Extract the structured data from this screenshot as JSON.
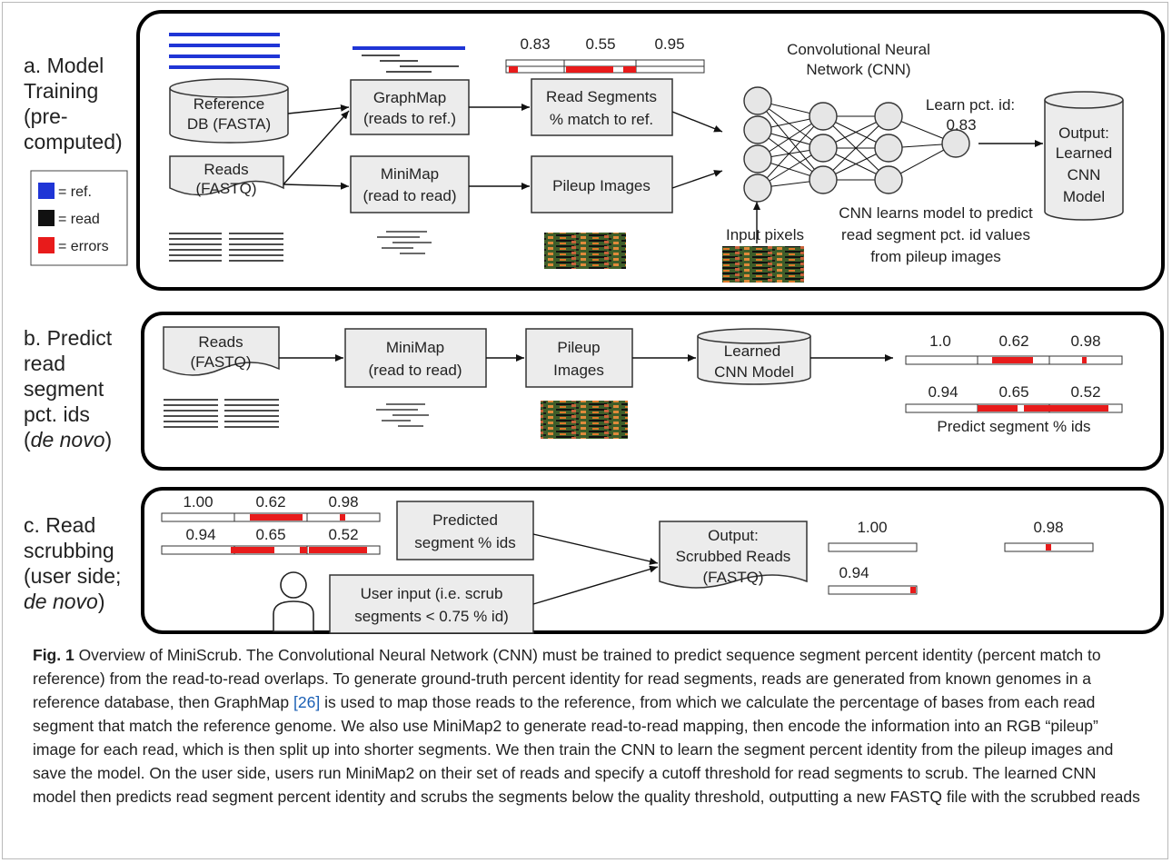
{
  "panels": {
    "a": {
      "label_lines": [
        "a. Model",
        "Training",
        "(pre-",
        "computed)"
      ]
    },
    "b": {
      "label_lines": [
        "b. Predict",
        "read",
        "segment",
        "pct. ids",
        "de novo"
      ]
    },
    "c": {
      "label_lines": [
        "c. Read",
        "scrubbing",
        "(user side;",
        "de novo"
      ]
    }
  },
  "legend": {
    "ref": "= ref.",
    "read": "= read",
    "errors": "= errors"
  },
  "colors": {
    "ref": "#1f35d6",
    "read": "#111111",
    "errors": "#e81b1b",
    "box_fill": "#ececec"
  },
  "panel_a": {
    "reference_db": [
      "Reference",
      "DB (FASTA)"
    ],
    "reads": [
      "Reads",
      "(FASTQ)"
    ],
    "graphmap": [
      "GraphMap",
      "(reads to ref.)"
    ],
    "minimap": [
      "MiniMap",
      "(read to read)"
    ],
    "read_segments": [
      "Read Segments",
      "% match to ref."
    ],
    "pileup_images": "Pileup Images",
    "segment_values": [
      "0.83",
      "0.55",
      "0.95"
    ],
    "cnn_title": [
      "Convolutional Neural",
      "Network (CNN)"
    ],
    "learn_label": [
      "Learn pct. id:",
      "0.83"
    ],
    "input_pixels": "Input pixels",
    "cnn_note": [
      "CNN learns model to predict",
      "read segment pct. id values",
      "from pileup images"
    ],
    "output": [
      "Output:",
      "Learned",
      "CNN",
      "Model"
    ]
  },
  "panel_b": {
    "reads": [
      "Reads",
      "(FASTQ)"
    ],
    "minimap": [
      "MiniMap",
      "(read to read)"
    ],
    "pileup": [
      "Pileup",
      "Images"
    ],
    "model": [
      "Learned",
      "CNN Model"
    ],
    "row1_values": [
      "1.0",
      "0.62",
      "0.98"
    ],
    "row2_values": [
      "0.94",
      "0.65",
      "0.52"
    ],
    "predict_label": "Predict segment % ids"
  },
  "panel_c": {
    "row1_values": [
      "1.00",
      "0.62",
      "0.98"
    ],
    "row2_values": [
      "0.94",
      "0.65",
      "0.52"
    ],
    "predicted": [
      "Predicted",
      "segment % ids"
    ],
    "user_input": [
      "User input (i.e. scrub",
      "segments < 0.75 % id)"
    ],
    "output": [
      "Output:",
      "Scrubbed Reads",
      "(FASTQ)"
    ],
    "scrubbed_values": [
      "1.00",
      "0.98",
      "0.94"
    ]
  },
  "caption": {
    "fig_label": "Fig. 1",
    "before_ref": " Overview of MiniScrub. The Convolutional Neural Network (CNN) must be trained to predict sequence segment percent identity (percent match to reference) from the read-to-read overlaps. To generate ground-truth percent identity for read segments, reads are generated from known genomes in a reference database, then GraphMap ",
    "ref": "[26]",
    "after_ref": " is used to map those reads to the reference, from which we calculate the percentage of bases from each read segment that match the reference genome. We also use MiniMap2 to generate read-to-read mapping, then encode the information into an RGB “pileup” image for each read, which is then split up into shorter segments. We then train the CNN to learn the segment percent identity from the pileup images and save the model. On the user side, users run MiniMap2 on their set of reads and specify a cutoff threshold for read segments to scrub. The learned CNN model then predicts read segment percent identity and scrubs the segments below the quality threshold, outputting a new FASTQ file with the scrubbed reads"
  }
}
